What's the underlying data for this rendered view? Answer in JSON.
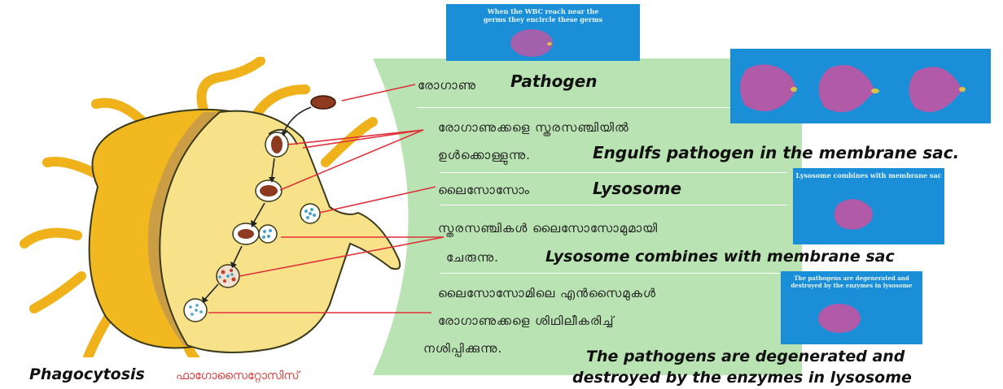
{
  "diagram": {
    "title_en": "Phagocytosis",
    "title_ml": "ഫാഗോസൈറ്റോസിസ്",
    "steps": [
      {
        "ml": "രോഗാണു",
        "en": "Pathogen"
      },
      {
        "ml_line1": "രോഗാണുക്കളെ  സ്തരസഞ്ചിയിൽ",
        "ml_line2": "ഉൾക്കൊള്ളുന്നു.",
        "en": "Engulfs pathogen in the membrane sac."
      },
      {
        "ml": "ലൈസോസോം",
        "en": "Lysosome"
      },
      {
        "ml_line1": "സ്തരസഞ്ചികൾ  ലൈസോസോമുമായി",
        "ml_line2": "ചേരുന്നു.",
        "en": "Lysosome combines with membrane sac"
      },
      {
        "ml_line1": "ലൈസോസോമിലെ  എൻസൈമുകൾ",
        "ml_line2": "രോഗാണുക്കളെ   ശിഥിലീകരിച്ച്",
        "ml_line3": "നശിപ്പിക്കുന്നു.",
        "en_line1": "The pathogens are degenerated and",
        "en_line2": "destroyed by the enzymes in lysosome"
      }
    ],
    "panels": [
      {
        "caption": "When the WBC reach near the germs they encircle these germs"
      },
      {
        "caption": ""
      },
      {
        "caption": "Lysosome combines with membrane sac"
      },
      {
        "caption": "The pathogens are degenerated and destroyed by the enzymes in lysosome"
      }
    ],
    "colors": {
      "cell_body": "#f7e28a",
      "cell_outline": "#3a3a1a",
      "pseudopod": "#f0b21a",
      "band": "#b9e3b2",
      "leader_line": "#e0303a",
      "panel_bg": "#1a8fd8",
      "pathogen": "#b24a52",
      "title_ml": "#e03a3a"
    }
  }
}
